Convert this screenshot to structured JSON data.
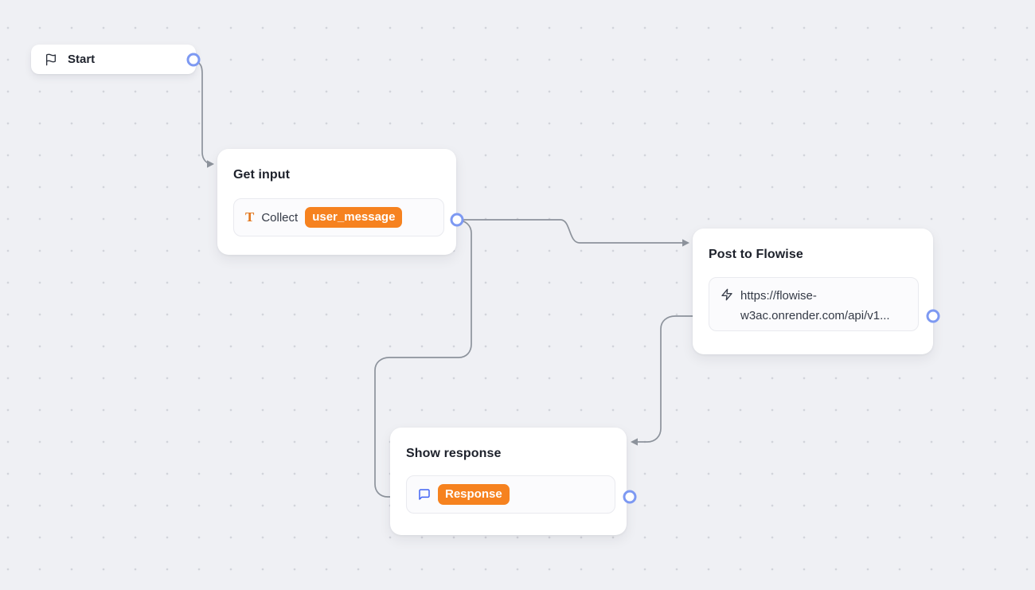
{
  "app": {
    "view": "workflow-canvas"
  },
  "colors": {
    "canvas_background": "#eff0f4",
    "dot_grid": "#d2d4db",
    "edge_gray": "#8d939c",
    "port_blue": "#7d99f2",
    "accent_orange": "#f6821f",
    "icon_blue": "#3f62f4",
    "icon_orange": "#e2761c"
  },
  "icons": {
    "start": "flag-icon",
    "collect_glyph": "T",
    "collect": "text-icon",
    "post": "zap-icon",
    "show": "chat-bubble-icon"
  },
  "nodes": {
    "start": {
      "title": "Start"
    },
    "get_input": {
      "title": "Get input",
      "collect_label": "Collect",
      "variable_pill": "user_message"
    },
    "post_to_flowise": {
      "title": "Post to Flowise",
      "url_line1": "https://flowise-",
      "url_line2": "w3ac.onrender.com/api/v1..."
    },
    "show_response": {
      "title": "Show response",
      "response_pill": "Response"
    }
  },
  "edges": [
    {
      "from": "start",
      "to": "get_input"
    },
    {
      "from": "get_input",
      "to": "post_to_flowise"
    },
    {
      "from": "get_input",
      "to": "show_response"
    },
    {
      "from": "post_to_flowise",
      "to": "show_response"
    }
  ]
}
